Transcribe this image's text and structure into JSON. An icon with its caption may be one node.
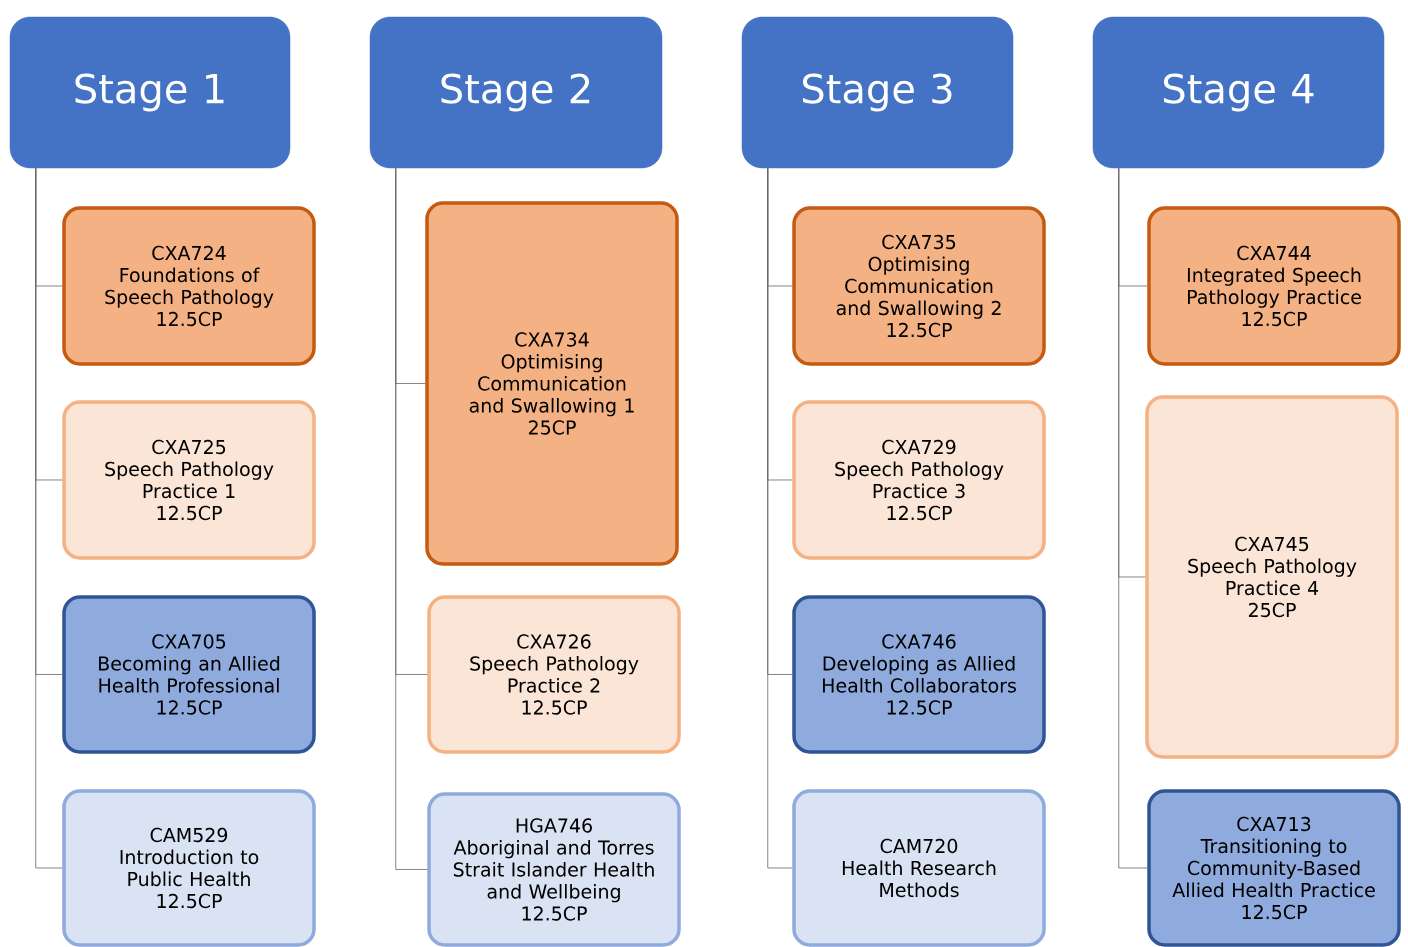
{
  "diagram": {
    "nodes": [
      {
        "text": [
          "Stage 1"
        ]
      },
      {
        "text": [
          "CXA724",
          "Foundations of Speech Pathology",
          "12.5CP"
        ]
      },
      {
        "text": [
          "CXA725",
          "Speech Pathology Practice 1",
          "12.5CP"
        ]
      },
      {
        "text": [
          "CXA705",
          "Becoming an Allied Health Professional",
          "12.5CP"
        ]
      },
      {
        "text": [
          "CAM529",
          "Introduction to Public Health",
          "12.5CP"
        ]
      },
      {
        "text": [
          "Stage 2"
        ]
      },
      {
        "text": [
          "CXA734",
          "Optimising Communication and Swallowing 1",
          "25CP"
        ]
      },
      {
        "text": [
          "CXA726",
          "Speech Pathology Practice 2",
          "12.5CP"
        ]
      },
      {
        "text": [
          "HGA746",
          "Aboriginal and Torres Strait Islander Health and Wellbeing",
          "12.5CP"
        ]
      },
      {
        "text": [
          "Stage 3"
        ]
      },
      {
        "text": [
          "CXA735",
          "Optimising Communication and Swallowing 2",
          "12.5CP"
        ]
      },
      {
        "text": [
          "CXA729",
          "Speech Pathology Practice 3",
          "12.5CP"
        ]
      },
      {
        "text": [
          "CXA746",
          "Developing as Allied Health Collaborators",
          "12.5CP"
        ]
      },
      {
        "text": [
          "CAM720",
          "Health Research Methods"
        ]
      },
      {
        "text": [
          "Stage 4"
        ]
      },
      {
        "text": [
          "CXA744",
          "Integrated Speech Pathology Practice",
          "12.5CP"
        ]
      },
      {
        "text": [
          "CXA745",
          "Speech Pathology Practice 4",
          "25CP"
        ]
      },
      {
        "text": [
          "CXA713",
          "Transitioning to Community-Based Allied Health Practice",
          "12.5CP"
        ]
      }
    ],
    "edges": [
      {
        "from": 0,
        "to": 1,
        "arrow": "none"
      },
      {
        "from": 0,
        "to": 2,
        "arrow": "none"
      },
      {
        "from": 0,
        "to": 3,
        "arrow": "none"
      },
      {
        "from": 0,
        "to": 4,
        "arrow": "none"
      },
      {
        "from": 5,
        "to": 6,
        "arrow": "none"
      },
      {
        "from": 5,
        "to": 7,
        "arrow": "none"
      },
      {
        "from": 5,
        "to": 8,
        "arrow": "none"
      },
      {
        "from": 9,
        "to": 10,
        "arrow": "none"
      },
      {
        "from": 9,
        "to": 11,
        "arrow": "none"
      },
      {
        "from": 9,
        "to": 12,
        "arrow": "none"
      },
      {
        "from": 9,
        "to": 13,
        "arrow": "none"
      },
      {
        "from": 14,
        "to": 15,
        "arrow": "none"
      },
      {
        "from": 14,
        "to": 16,
        "arrow": "none"
      },
      {
        "from": 14,
        "to": 17,
        "arrow": "none"
      }
    ]
  }
}
